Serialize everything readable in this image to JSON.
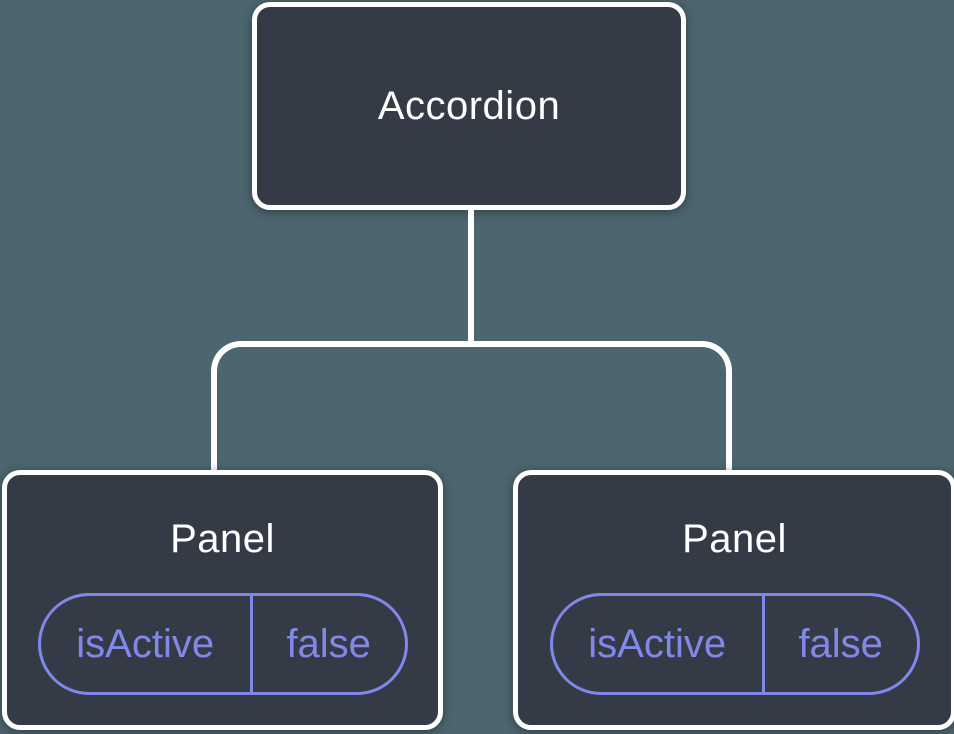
{
  "diagram": {
    "root": {
      "label": "Accordion"
    },
    "panels": [
      {
        "label": "Panel",
        "state": {
          "key": "isActive",
          "value": "false"
        }
      },
      {
        "label": "Panel",
        "state": {
          "key": "isActive",
          "value": "false"
        }
      }
    ]
  },
  "colors": {
    "background": "#4C656E",
    "node_fill": "#343B47",
    "node_border": "#FFFFFF",
    "connector": "#FFFFFF",
    "state_accent": "#8288EA",
    "title_text": "#FFFFFF"
  }
}
